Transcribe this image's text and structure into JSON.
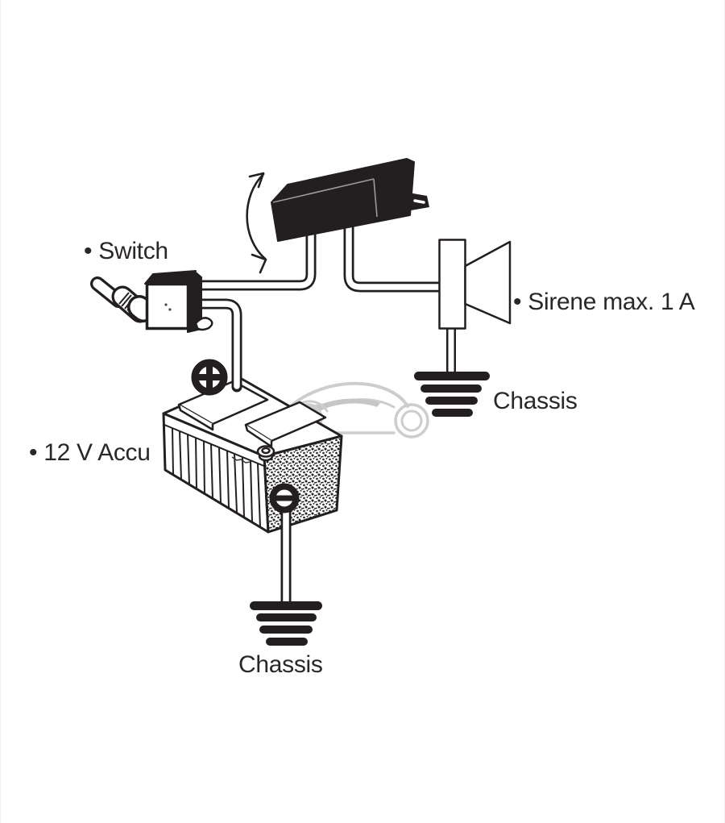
{
  "diagram": {
    "type": "wiring-diagram",
    "labels": {
      "switch": "• Switch",
      "siren": "• Sirene max. 1 A",
      "battery": "• 12 V Accu",
      "chassis_top": "Chassis",
      "chassis_bottom": "Chassis"
    },
    "terminals": {
      "plus": "+",
      "minus": "−"
    },
    "components": [
      {
        "id": "control-module",
        "description": "black electronic module with two leads and mounting tab"
      },
      {
        "id": "swing-arrow",
        "description": "curved double-headed arrow beside module"
      },
      {
        "id": "toggle-switch",
        "label": "Switch"
      },
      {
        "id": "siren-horn",
        "label": "Sirene max. 1 A"
      },
      {
        "id": "battery",
        "label": "12 V Accu"
      },
      {
        "id": "battery-plus-terminal",
        "symbol": "+"
      },
      {
        "id": "battery-minus-terminal",
        "symbol": "−"
      },
      {
        "id": "chassis-ground-siren",
        "label": "Chassis"
      },
      {
        "id": "chassis-ground-battery",
        "label": "Chassis"
      }
    ],
    "connections": [
      {
        "from": "control-module",
        "to": "toggle-switch"
      },
      {
        "from": "control-module",
        "to": "siren-horn"
      },
      {
        "from": "toggle-switch",
        "to": "battery-plus-terminal"
      },
      {
        "from": "siren-horn",
        "to": "chassis-ground-siren"
      },
      {
        "from": "battery-minus-terminal",
        "to": "chassis-ground-battery"
      }
    ],
    "colors": {
      "line": "#231f20",
      "watermark": "#cdcdcd",
      "background": "#ffffff"
    }
  }
}
